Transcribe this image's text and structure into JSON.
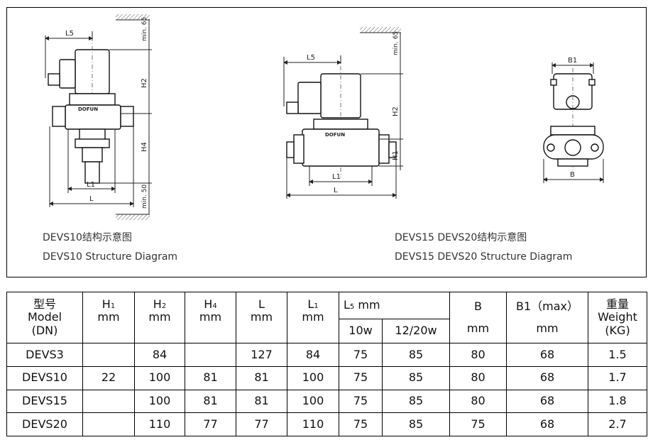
{
  "diagram": {
    "left_caption_cn": "DEVS10结构示意图",
    "left_caption_en": "DEVS10 Structure Diagram",
    "right_caption_cn": "DEVS15 DEVS20结构示意图",
    "right_caption_en": "DEVS15 DEVS20 Structure Diagram",
    "brand": "DOFUN",
    "dims": {
      "l5": "L5",
      "l1": "L1",
      "l": "L",
      "h1": "H1",
      "h2": "H2",
      "h4": "H4",
      "b": "B",
      "b1": "B1",
      "min65": "min. 65",
      "min50": "min. 50"
    }
  },
  "table": {
    "headers": {
      "model_cn": "型号",
      "model_en": "Model",
      "model_dn": "(DN)",
      "h1": "H",
      "h1_sub": "1",
      "h2": "H",
      "h2_sub": "2",
      "h4": "H",
      "h4_sub": "4",
      "l": "L",
      "l1": "L",
      "l1_sub": "1",
      "l5": "L",
      "l5_sub": "5",
      "l5_unit": "mm",
      "l5_10w": "10w",
      "l5_1220w": "12/20w",
      "b": "B",
      "b1": "B1（max）",
      "weight_cn": "重量",
      "weight_en": "Weight",
      "weight_unit": "(KG)",
      "mm": "mm"
    },
    "rows": [
      [
        "DEVS3",
        "",
        "84",
        "",
        "127",
        "84",
        "75",
        "85",
        "80",
        "68",
        "1.5"
      ],
      [
        "DEVS10",
        "22",
        "100",
        "81",
        "81",
        "100",
        "75",
        "85",
        "80",
        "68",
        "1.7"
      ],
      [
        "DEVS15",
        "",
        "100",
        "81",
        "81",
        "100",
        "75",
        "85",
        "80",
        "68",
        "1.8"
      ],
      [
        "DEVS20",
        "",
        "110",
        "77",
        "77",
        "110",
        "75",
        "85",
        "75",
        "68",
        "2.7"
      ]
    ]
  }
}
